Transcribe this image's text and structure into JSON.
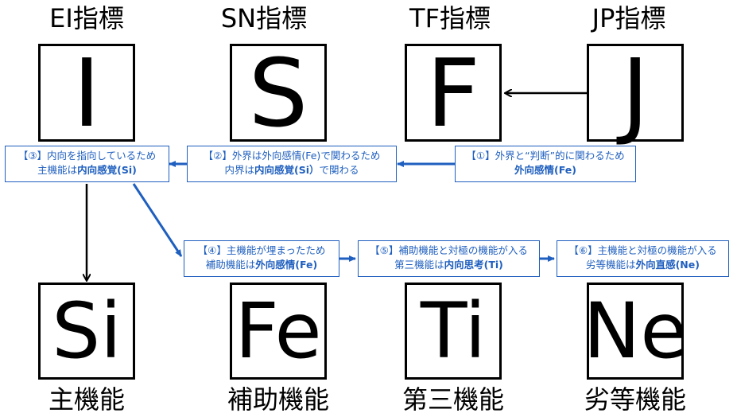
{
  "indicators": [
    {
      "heading": "EI指標",
      "letter": "I"
    },
    {
      "heading": "SN指標",
      "letter": "S"
    },
    {
      "heading": "TF指標",
      "letter": "F"
    },
    {
      "heading": "JP指標",
      "letter": "J"
    }
  ],
  "notes": {
    "n1": {
      "line1": "【①】外界と“判断”的に関わるため",
      "bold": "外向感情(Fe)"
    },
    "n2": {
      "line1": "【②】外界は外向感情(Fe)で関わるため",
      "pre": "内界は",
      "bold": "内向感覚(Si）",
      "post": "で関わる"
    },
    "n3": {
      "line1": "【③】内向を指向しているため",
      "pre": "主機能は",
      "bold": "内向感覚(Si)"
    },
    "n4": {
      "line1": "【④】主機能が埋まったため",
      "pre": "補助機能は",
      "bold": "外向感情(Fe)"
    },
    "n5": {
      "line1": "【⑤】補助機能と対極の機能が入る",
      "pre": "第三機能は",
      "bold": "内向思考(Ti)"
    },
    "n6": {
      "line1": "【⑥】主機能と対極の機能が入る",
      "pre": "劣等機能は",
      "bold": "外向直感(Ne)"
    }
  },
  "functions": [
    {
      "code": "Si",
      "label": "主機能"
    },
    {
      "code": "Fe",
      "label": "補助機能"
    },
    {
      "code": "Ti",
      "label": "第三機能"
    },
    {
      "code": "Ne",
      "label": "劣等機能"
    }
  ],
  "colors": {
    "accent": "#1f5fbf",
    "stroke": "#000000"
  }
}
